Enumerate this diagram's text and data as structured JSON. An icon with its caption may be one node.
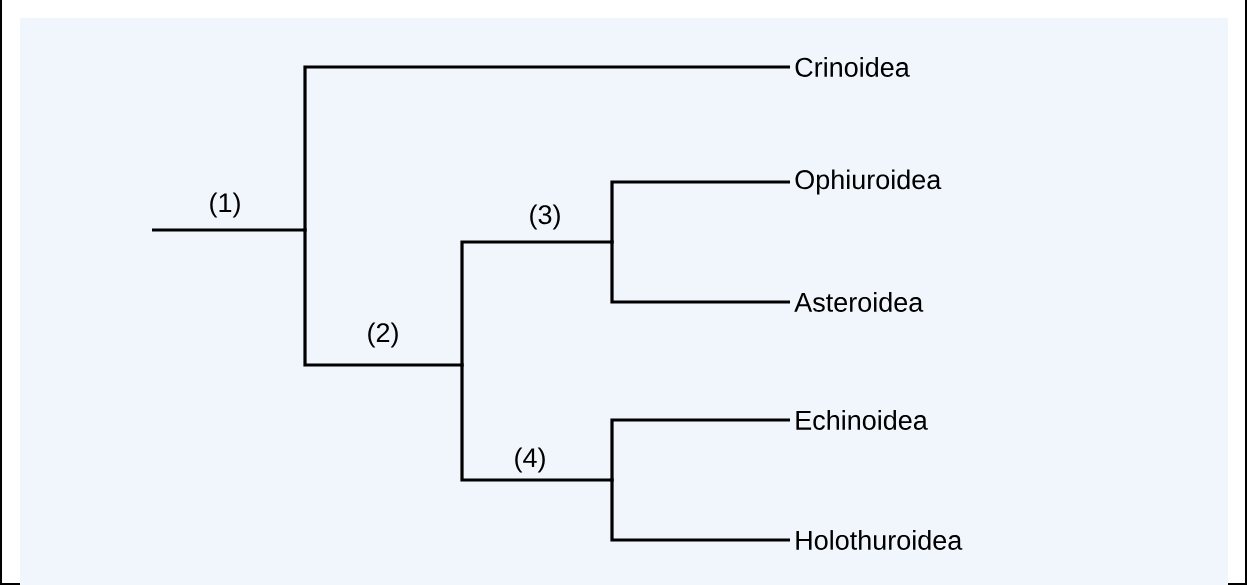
{
  "diagram": {
    "nodes": [
      {
        "text": [
          "Crinoidea"
        ]
      },
      {
        "text": [
          "Ophiuroidea"
        ]
      },
      {
        "text": [
          "Asteroidea"
        ]
      },
      {
        "text": [
          "Echinoidea"
        ]
      },
      {
        "text": [
          "Holothuroidea"
        ]
      },
      {
        "text": [],
        "shape": "point"
      },
      {
        "text": [],
        "shape": "point"
      },
      {
        "text": [],
        "shape": "point"
      },
      {
        "text": [],
        "shape": "point"
      }
    ],
    "edges": [
      {
        "from": null,
        "to": 5,
        "arrow": "none",
        "label": "(1)"
      },
      {
        "from": 5,
        "to": 0,
        "arrow": "none"
      },
      {
        "from": 5,
        "to": 6,
        "arrow": "none",
        "label": "(2)"
      },
      {
        "from": 6,
        "to": 7,
        "arrow": "none",
        "label": "(3)"
      },
      {
        "from": 6,
        "to": 8,
        "arrow": "none",
        "label": "(4)"
      },
      {
        "from": 7,
        "to": 1,
        "arrow": "none"
      },
      {
        "from": 7,
        "to": 2,
        "arrow": "none"
      },
      {
        "from": 8,
        "to": 3,
        "arrow": "none"
      },
      {
        "from": 8,
        "to": 4,
        "arrow": "none"
      }
    ]
  }
}
